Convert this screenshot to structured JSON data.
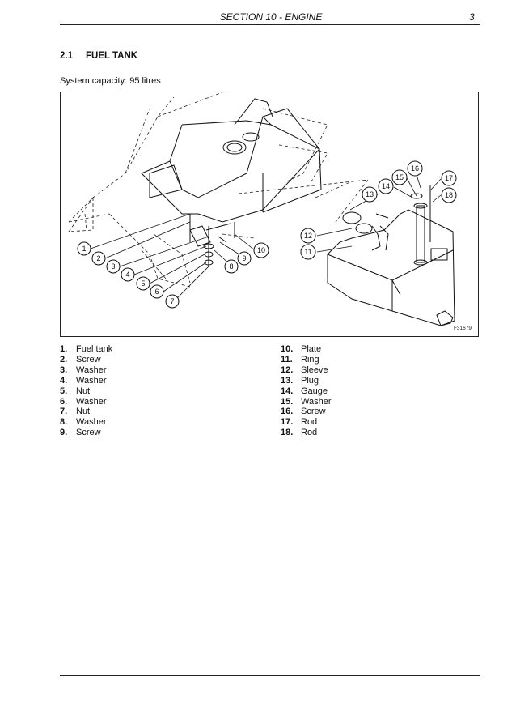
{
  "header": {
    "section_title": "SECTION 10 - ENGINE",
    "page_number": "3"
  },
  "section": {
    "number": "2.1",
    "title": "FUEL TANK"
  },
  "capacity_text": "System capacity: 95 litres",
  "figure": {
    "code": "F31679",
    "callouts": [
      "1",
      "2",
      "3",
      "4",
      "5",
      "6",
      "7",
      "8",
      "9",
      "10",
      "11",
      "12",
      "13",
      "14",
      "15",
      "16",
      "17",
      "18"
    ]
  },
  "parts_left": [
    {
      "num": "1.",
      "name": "Fuel tank"
    },
    {
      "num": "2.",
      "name": "Screw"
    },
    {
      "num": "3.",
      "name": "Washer"
    },
    {
      "num": "4.",
      "name": "Washer"
    },
    {
      "num": "5.",
      "name": "Nut"
    },
    {
      "num": "6.",
      "name": "Washer"
    },
    {
      "num": "7.",
      "name": "Nut"
    },
    {
      "num": "8.",
      "name": "Washer"
    },
    {
      "num": "9.",
      "name": "Screw"
    }
  ],
  "parts_right": [
    {
      "num": "10.",
      "name": "Plate"
    },
    {
      "num": "11.",
      "name": "Ring"
    },
    {
      "num": "12.",
      "name": "Sleeve"
    },
    {
      "num": "13.",
      "name": "Plug"
    },
    {
      "num": "14.",
      "name": "Gauge"
    },
    {
      "num": "15.",
      "name": "Washer"
    },
    {
      "num": "16.",
      "name": "Screw"
    },
    {
      "num": "17.",
      "name": "Rod"
    },
    {
      "num": "18.",
      "name": "Rod"
    }
  ]
}
